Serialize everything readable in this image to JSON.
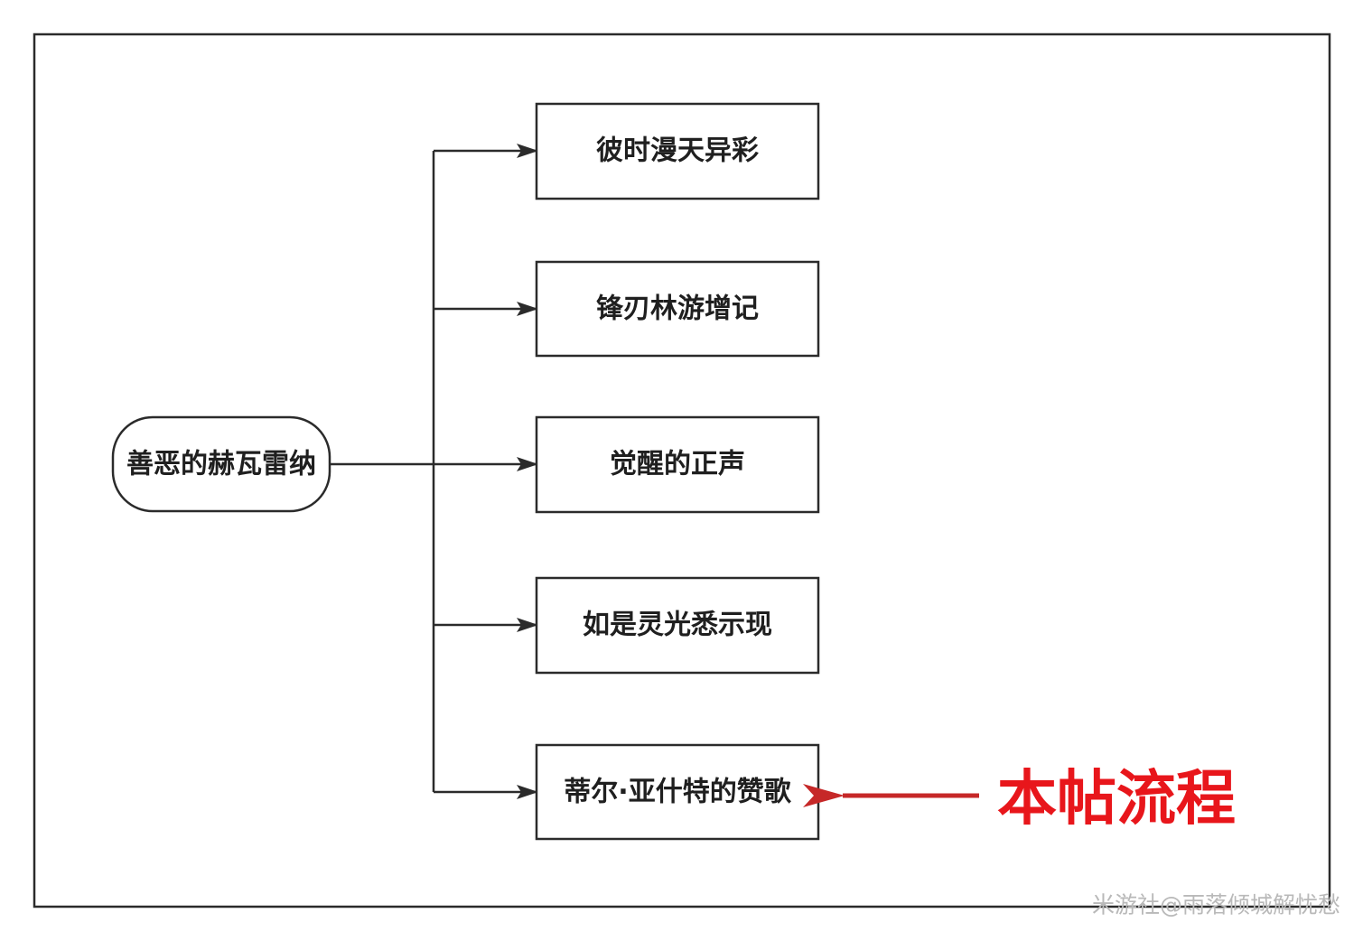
{
  "root": {
    "label": "善恶的赫瓦雷纳"
  },
  "children": [
    {
      "label": "彼时漫天异彩"
    },
    {
      "label": "锋刃林游增记"
    },
    {
      "label": "觉醒的正声"
    },
    {
      "label": "如是灵光悉示现"
    },
    {
      "label": "蒂尔·亚什特的赞歌"
    }
  ],
  "callout": {
    "label": "本帖流程",
    "color": "#e8161b",
    "arrow_color": "#c62828"
  },
  "watermark": "米游社@雨落倾城解忧愁",
  "colors": {
    "stroke": "#2b2b2b",
    "text": "#1f1f1f",
    "background": "#ffffff"
  }
}
